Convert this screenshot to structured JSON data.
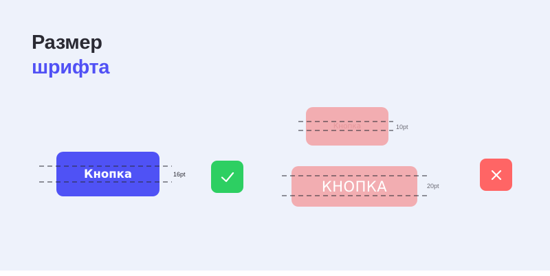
{
  "title": {
    "line1": "Размер",
    "line2": "шрифта"
  },
  "examples": {
    "good": {
      "label": "Кнопка",
      "size_label": "16pt",
      "status_icon": "check-icon"
    },
    "bad_small": {
      "label": "Кнопка",
      "size_label": "10pt"
    },
    "bad_large": {
      "label": "КНОПКА",
      "size_label": "20pt"
    },
    "bad_status_icon": "close-icon"
  },
  "colors": {
    "background": "#eef2fb",
    "title_dark": "#2a2a33",
    "accent_blue": "#4f52f5",
    "bad_button_pink": "#f2adb1",
    "ok_green": "#2dcf62",
    "error_red": "#ff6565"
  }
}
